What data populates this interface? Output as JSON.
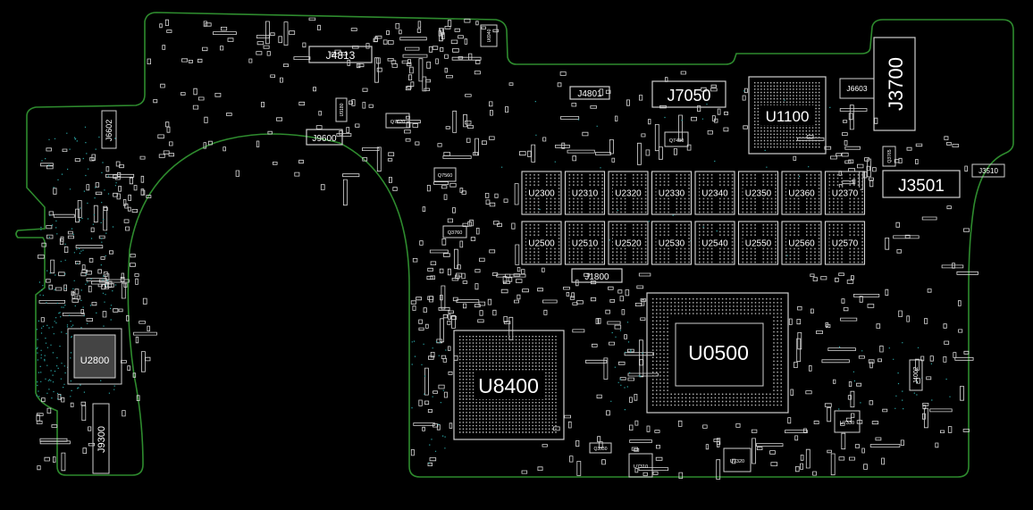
{
  "board": {
    "background_color": "#000000",
    "outline_color": "#2e8b2e",
    "component_color": "#d8d8d8",
    "via_color": "#2aa7a7",
    "major_labels": {
      "u0500": "U0500",
      "u8400": "U8400",
      "u1100": "U1100",
      "u2800": "U2800",
      "j3700": "J3700",
      "j3501": "J3501",
      "j7050": "J7050",
      "j4813": "J4813",
      "j9600": "J9600",
      "j4801": "J4801",
      "j1800": "J1800",
      "j6602": "J6602",
      "j6603": "J6603",
      "j9300": "J9300",
      "j4002": "J4002",
      "j3510": "J3510"
    },
    "memory_top": [
      "U2300",
      "U2310",
      "U2320",
      "U2330",
      "U2340",
      "U2350",
      "U2360",
      "U2370"
    ],
    "memory_bottom": [
      "U2500",
      "U2510",
      "U2520",
      "U2530",
      "U2540",
      "U2550",
      "U2560",
      "U2570"
    ],
    "small_labels": {
      "q7620": "Q7620",
      "q7560": "Q7560",
      "q7430": "Q7430",
      "q3760": "Q3760",
      "u7330": "U7330",
      "u7310": "U7310",
      "u7320": "U7320",
      "q3330": "Q3330",
      "u9180": "U9180",
      "u6940": "U6940",
      "q3765": "Q3765"
    }
  }
}
